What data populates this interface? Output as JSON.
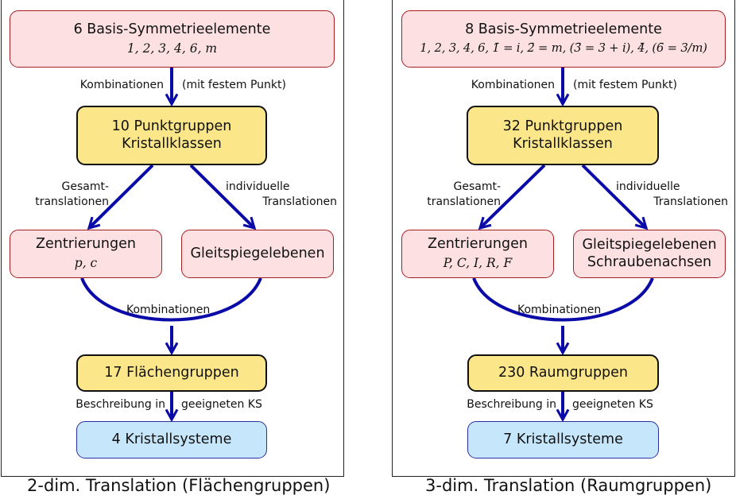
{
  "colors": {
    "element_box_fill": "#fde0e2",
    "element_box_border": "#a61e22",
    "group_box_fill": "#fbe78a",
    "group_box_border": "#111111",
    "system_box_fill": "#c6e6fb",
    "system_box_border": "#2a2ea0",
    "arrow": "#0a0aa8"
  },
  "panels": [
    {
      "caption": "2-dim. Translation (Flächengruppen)",
      "basis": {
        "title": "6 Basis-Symmetrieelemente",
        "math": "1, 2, 3, 4, 6, m"
      },
      "edge_combinations_left": "Kombinationen",
      "edge_combinations_right": "(mit festem Punkt)",
      "point_groups": {
        "line1": "10 Punktgruppen",
        "line2": "Kristallklassen"
      },
      "edge_total_translation": {
        "line1": "Gesamt-",
        "line2": "translationen"
      },
      "edge_individual_translation": {
        "line1": "individuelle",
        "line2": "Translationen"
      },
      "centerings": {
        "title": "Zentrierungen",
        "math": "p, c"
      },
      "glide": {
        "line1": "Gleitspiegelebenen",
        "line2": ""
      },
      "edge_combinations_bottom": "Kombinationen",
      "groups": {
        "title": "17 Flächengruppen"
      },
      "edge_description_left": "Beschreibung in",
      "edge_description_right": "geeigneten KS",
      "systems": {
        "title": "4 Kristallsysteme"
      }
    },
    {
      "caption": "3-dim. Translation (Raumgruppen)",
      "basis": {
        "title": "8 Basis-Symmetrieelemente",
        "math": "1, 2, 3, 4, 6, 1̄ = i, 2̄ = m, (3̄ = 3 + i), 4̄, (6̄ = 3/m)"
      },
      "edge_combinations_left": "Kombinationen",
      "edge_combinations_right": "(mit festem Punkt)",
      "point_groups": {
        "line1": "32 Punktgruppen",
        "line2": "Kristallklassen"
      },
      "edge_total_translation": {
        "line1": "Gesamt-",
        "line2": "translationen"
      },
      "edge_individual_translation": {
        "line1": "individuelle",
        "line2": "Translationen"
      },
      "centerings": {
        "title": "Zentrierungen",
        "math": "P, C, I, R, F"
      },
      "glide": {
        "line1": "Gleitspiegelebenen",
        "line2": "Schraubenachsen"
      },
      "edge_combinations_bottom": "Kombinationen",
      "groups": {
        "title": "230 Raumgruppen"
      },
      "edge_description_left": "Beschreibung in",
      "edge_description_right": "geeigneten KS",
      "systems": {
        "title": "7 Kristallsysteme"
      }
    }
  ]
}
